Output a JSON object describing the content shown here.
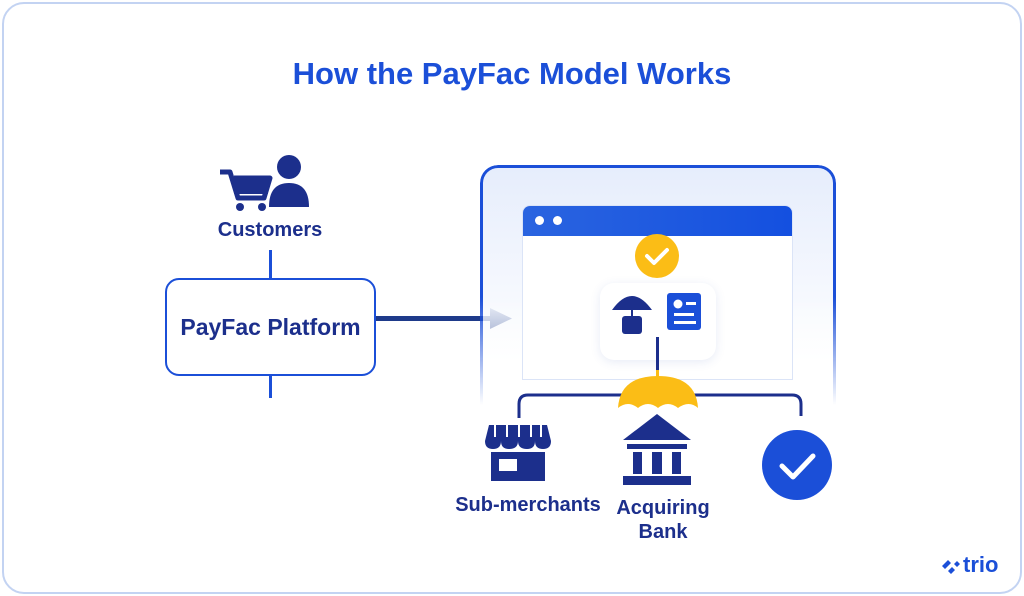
{
  "title": "How the PayFac Model Works",
  "customers": {
    "label": "Customers",
    "icons": [
      "shopping-cart-icon",
      "user-icon"
    ]
  },
  "platform": {
    "label": "PayFac Platform"
  },
  "sub_merchants": {
    "label": "Sub-merchants"
  },
  "bank": {
    "label_line1": "Acquiring",
    "label_line2": "Bank"
  },
  "brand": {
    "logo_text": "trio"
  },
  "colors": {
    "accent": "#1b4fd8",
    "navy": "#1c2f8c",
    "yellow": "#fbbd16"
  }
}
